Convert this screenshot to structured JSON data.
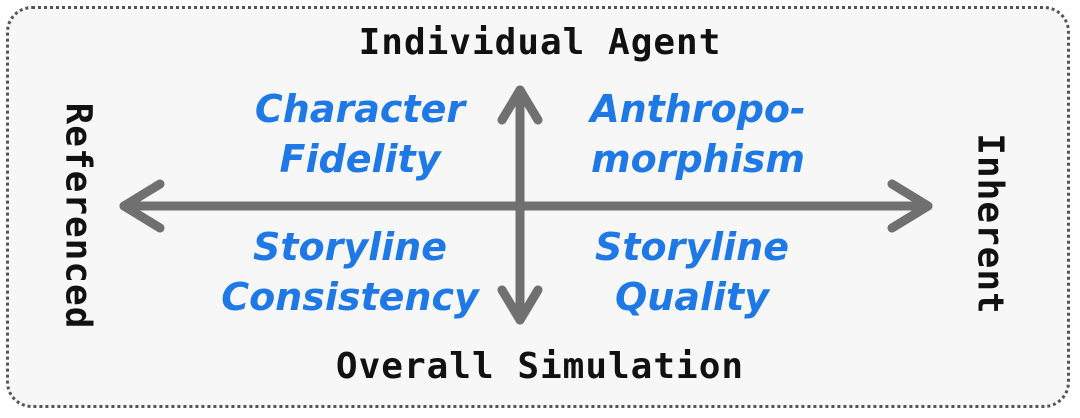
{
  "axes": {
    "top": "Individual Agent",
    "bottom": "Overall Simulation",
    "left": "Referenced",
    "right": "Inherent"
  },
  "quadrants": {
    "top_left": {
      "line1": "Character",
      "line2": "Fidelity"
    },
    "top_right": {
      "line1": "Anthropo-",
      "line2": "morphism"
    },
    "bottom_left": {
      "line1": "Storyline",
      "line2": "Consistency"
    },
    "bottom_right": {
      "line1": "Storyline",
      "line2": "Quality"
    }
  },
  "colors": {
    "quadrant_text": "#1e78e6",
    "axis_arrows": "#707070",
    "axis_labels": "#111111",
    "frame_border": "#555555",
    "frame_fill": "#f7f7f7"
  }
}
